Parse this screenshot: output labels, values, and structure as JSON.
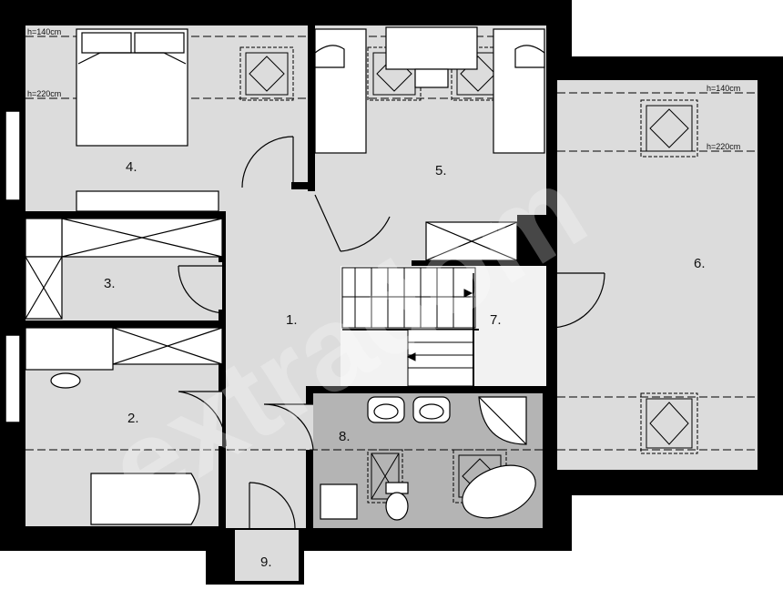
{
  "rooms": [
    {
      "id": "r4",
      "label": "4."
    },
    {
      "id": "r5",
      "label": "5."
    },
    {
      "id": "r3",
      "label": "3."
    },
    {
      "id": "r1",
      "label": "1."
    },
    {
      "id": "r7",
      "label": "7."
    },
    {
      "id": "r2",
      "label": "2."
    },
    {
      "id": "r8",
      "label": "8."
    },
    {
      "id": "r6",
      "label": "6."
    },
    {
      "id": "r9",
      "label": "9."
    }
  ],
  "dimensions": {
    "height_low_left": "h=140cm",
    "height_high_left": "h=220cm",
    "height_low_right": "h=140cm",
    "height_high_right": "h=220cm"
  },
  "watermark": "extradom",
  "colors": {
    "wall": "#000000",
    "floor": "#dcdcdc",
    "bathroom_floor": "#b4b4b4",
    "furniture": "#ffffff"
  }
}
